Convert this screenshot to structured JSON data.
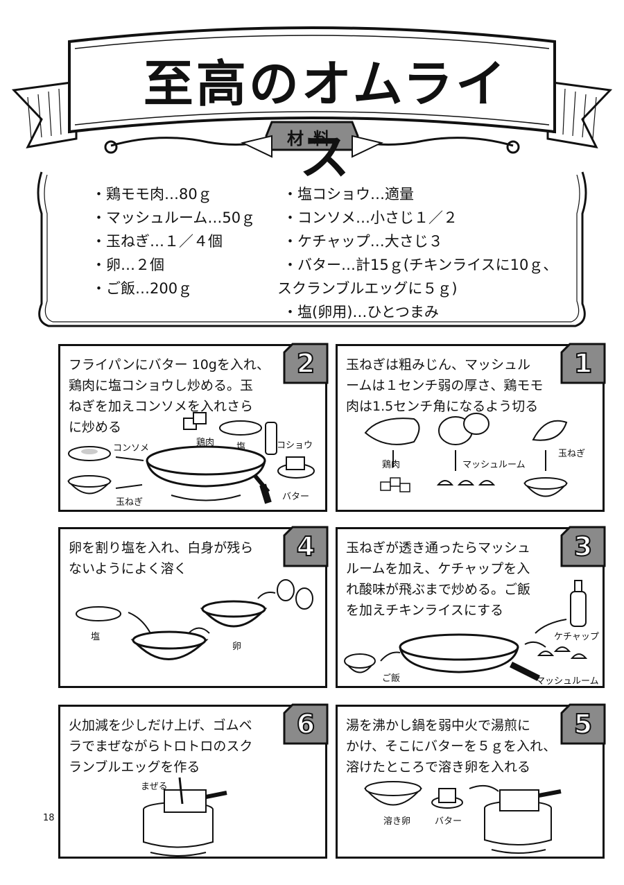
{
  "title": "至高のオムライス",
  "materials_label": "材料",
  "ingredients_left": [
    "・鶏モモ肉…80ｇ",
    "・マッシュルーム…50ｇ",
    "・玉ねぎ…１／４個",
    "・卵…２個",
    "・ご飯…200ｇ"
  ],
  "ingredients_right": [
    "・塩コショウ…適量",
    "・コンソメ…小さじ１／２",
    "・ケチャップ…大さじ３",
    "・バター…計15ｇ(チキンライスに10ｇ、",
    "スクランブルエッグに５ｇ)",
    "・塩(卵用)…ひとつまみ"
  ],
  "steps": [
    {
      "number": "2",
      "lines": [
        "フライパンにバター 10gを入れ、",
        "鶏肉に塩コショウし炒める。玉",
        "ねぎを加えコンソメを入れさら",
        "に炒める"
      ],
      "labels": [
        "コンソメ",
        "鶏肉",
        "塩",
        "コショウ",
        "玉ねぎ",
        "バター"
      ]
    },
    {
      "number": "1",
      "lines": [
        "玉ねぎは粗みじん、マッシュル",
        "ームは１センチ弱の厚さ、鶏モモ",
        "肉は1.5センチ角になるよう切る"
      ],
      "labels": [
        "鶏肉",
        "マッシュルーム",
        "玉ねぎ"
      ]
    },
    {
      "number": "4",
      "lines": [
        "卵を割り塩を入れ、白身が残ら",
        "ないようによく溶く"
      ],
      "labels": [
        "塩",
        "卵"
      ]
    },
    {
      "number": "3",
      "lines": [
        "玉ねぎが透き通ったらマッシュ",
        "ルームを加え、ケチャップを入",
        "れ酸味が飛ぶまで炒める。ご飯",
        "を加えチキンライスにする"
      ],
      "labels": [
        "ケチャップ",
        "ご飯",
        "マッシュルーム"
      ]
    },
    {
      "number": "6",
      "lines": [
        "火加減を少しだけ上げ、ゴムベ",
        "ラでまぜながらトロトロのスク",
        "ランブルエッグを作る"
      ],
      "labels": [
        "まぜる"
      ]
    },
    {
      "number": "5",
      "lines": [
        "湯を沸かし鍋を弱中火で湯煎に",
        "かけ、そこにバターを５ｇを入れ、",
        "溶けたところで溶き卵を入れる"
      ],
      "labels": [
        "溶き卵",
        "バター"
      ]
    }
  ],
  "page_number": "18"
}
